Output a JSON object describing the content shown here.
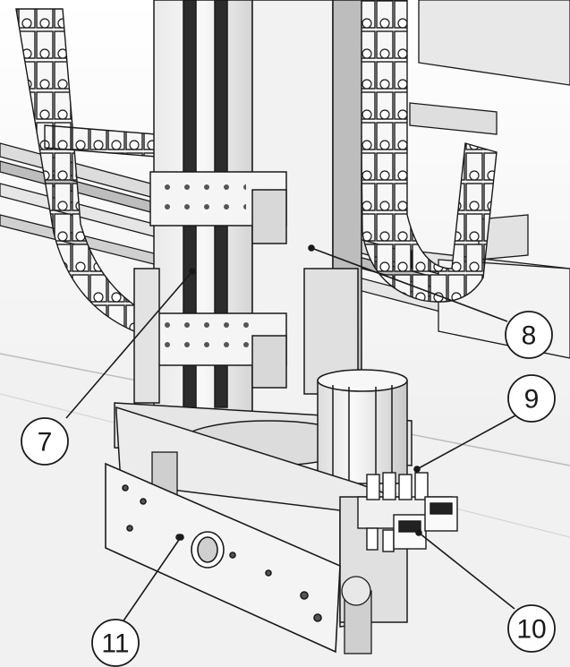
{
  "figure": {
    "callouts": [
      {
        "id": "c7",
        "label": "7"
      },
      {
        "id": "c8",
        "label": "8"
      },
      {
        "id": "c9",
        "label": "9"
      },
      {
        "id": "c10",
        "label": "10"
      },
      {
        "id": "c11",
        "label": "11"
      }
    ]
  },
  "colors": {
    "outline": "#1a1a1a",
    "metal_light": "#efefef",
    "metal_mid": "#d6d6d6",
    "metal_dark": "#9c9c9c",
    "background": "#f4f4f4"
  }
}
